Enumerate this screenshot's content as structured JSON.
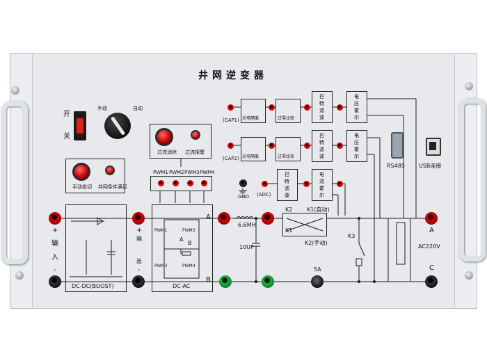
{
  "panel": {
    "title": "井网逆变器",
    "colors": {
      "panel": "#eeeff2",
      "inner": "#e9eaed",
      "line": "#1a1a1a",
      "jack_red": "#d40000",
      "jack_green": "#20b040"
    }
  },
  "controls": {
    "power_switch_on": "开",
    "power_switch_off": "关",
    "mode_manual": "手动",
    "mode_auto": "自动",
    "overcurrent_reset": "过流消除",
    "overcurrent_alarm": "过流报警",
    "manual_switch": "手动投切",
    "grid_condition": "并网条件满足"
  },
  "pwm": {
    "labels": [
      "PWM1",
      "PWM2",
      "PWM3",
      "PWM4"
    ],
    "inner": [
      "PWM1",
      "PWM3",
      "PWM2",
      "PWM4"
    ]
  },
  "signals": {
    "cap1": "(CAP1)",
    "cap2": "(CAP2)",
    "adc": "(ADC)",
    "gnd": "GND",
    "opto": "光电隔离",
    "zero_cmp": "过零比较",
    "bandpass": [
      "巴",
      "特",
      "滤",
      "波"
    ],
    "voltage_hall": [
      "电",
      "压",
      "霍",
      "尔"
    ],
    "current_hall": [
      "电",
      "流",
      "霍",
      "尔"
    ],
    "bandpass3": [
      "巴",
      "特",
      "滤",
      "波"
    ]
  },
  "ports": {
    "rs485": "RS485",
    "usb": "USB连接"
  },
  "circuit": {
    "input_plus": "+",
    "input_label": [
      "输",
      "入"
    ],
    "input_minus": "-",
    "dcdc": "DC-DC(BOOST)",
    "dcdc_out_plus": "+",
    "dcdc_out_label1": "输",
    "dcdc_out_label2": "出",
    "dcdc_out_minus": "-",
    "dcac": "DC-AC",
    "node_a": "A",
    "node_b": "B",
    "node_a_small": "A",
    "node_b_small": "B",
    "inductor": "6.6MH",
    "capacitor": "10UF",
    "k1": "K1",
    "k2": "K2",
    "k1_auto": "K1(自动)",
    "k2_manual": "K2(手动)",
    "k3": "K3",
    "fuse": "5A",
    "out_a": "A",
    "out_c": "C",
    "ac": "AC220V"
  }
}
